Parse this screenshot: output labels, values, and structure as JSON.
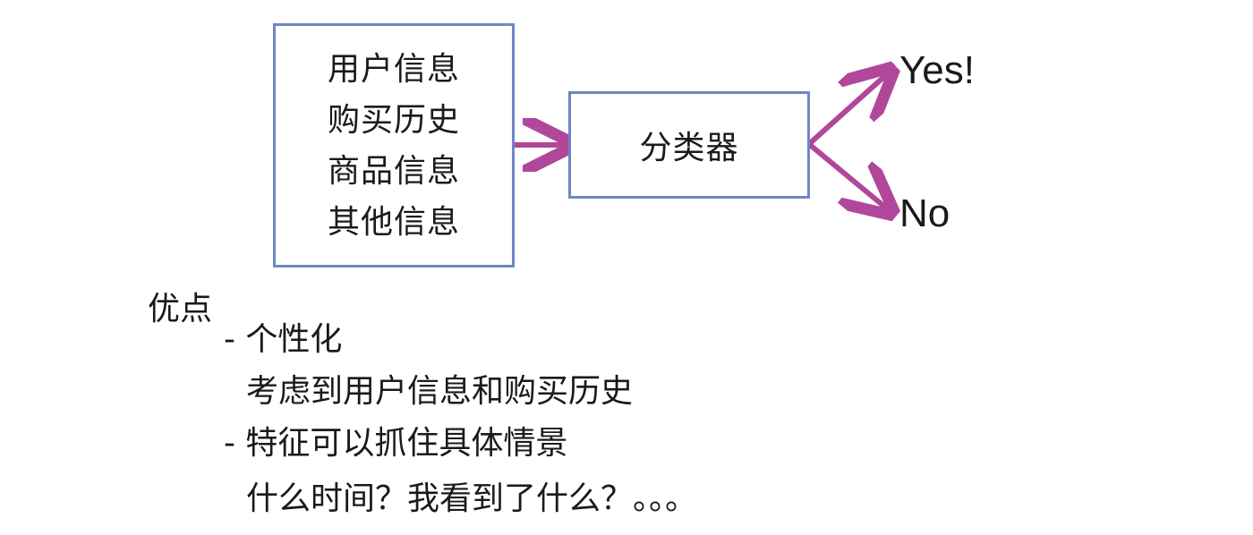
{
  "diagram": {
    "input_box": {
      "lines": [
        "用户信息",
        "购买历史",
        "商品信息",
        "其他信息"
      ]
    },
    "classifier": {
      "label": "分类器"
    },
    "outputs": {
      "yes": "Yes!",
      "no": "No"
    },
    "colors": {
      "box_border": "#6f86c4",
      "arrow": "#b0479b"
    }
  },
  "advantages": {
    "title": "优点",
    "items": [
      {
        "bullet": "- 个性化",
        "detail": "考虑到用户信息和购买历史"
      },
      {
        "bullet": "- 特征可以抓住具体情景",
        "detail": "什么时间？我看到了什么？。。。"
      }
    ]
  }
}
